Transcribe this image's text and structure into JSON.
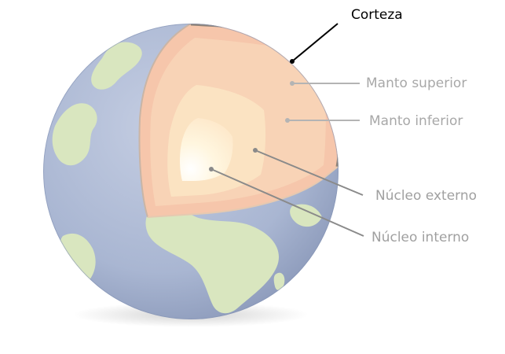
{
  "diagram": {
    "labels": {
      "crust": "Corteza",
      "upper_mantle": "Manto superior",
      "lower_mantle": "Manto inferior",
      "outer_core": "Núcleo externo",
      "inner_core": "Núcleo interno"
    },
    "colors": {
      "ocean": "#a9b6d2",
      "land": "#d9e6bf",
      "crust_edge": "#8f8478",
      "upper_mantle": "#f6c9ad",
      "lower_mantle": "#f9d7b8",
      "outer_core": "#fbe6c4",
      "inner_core": "#fff8e6",
      "active_label": "#000000",
      "faded_label": "#a0a0a0",
      "leader_line": "#8a8a8a"
    }
  }
}
